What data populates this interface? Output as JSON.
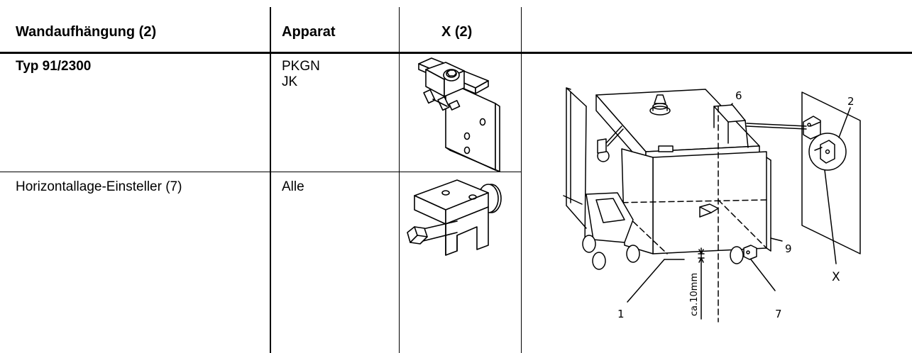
{
  "table": {
    "headers": {
      "col1": "Wandaufhängung (2)",
      "col2": "Apparat",
      "col3": "X (2)"
    },
    "rows": [
      {
        "part": "Typ 91/2300",
        "apparatus_line1": "PKGN",
        "apparatus_line2": "JK"
      },
      {
        "part": "Horizontallage-Einsteller (7)",
        "apparatus_line1": "Alle"
      }
    ]
  },
  "drawing": {
    "labels": {
      "n6": "6",
      "n2": "2",
      "n9": "9",
      "n1": "1",
      "n7": "7",
      "x": "X",
      "gap": "ca.10mm"
    }
  }
}
